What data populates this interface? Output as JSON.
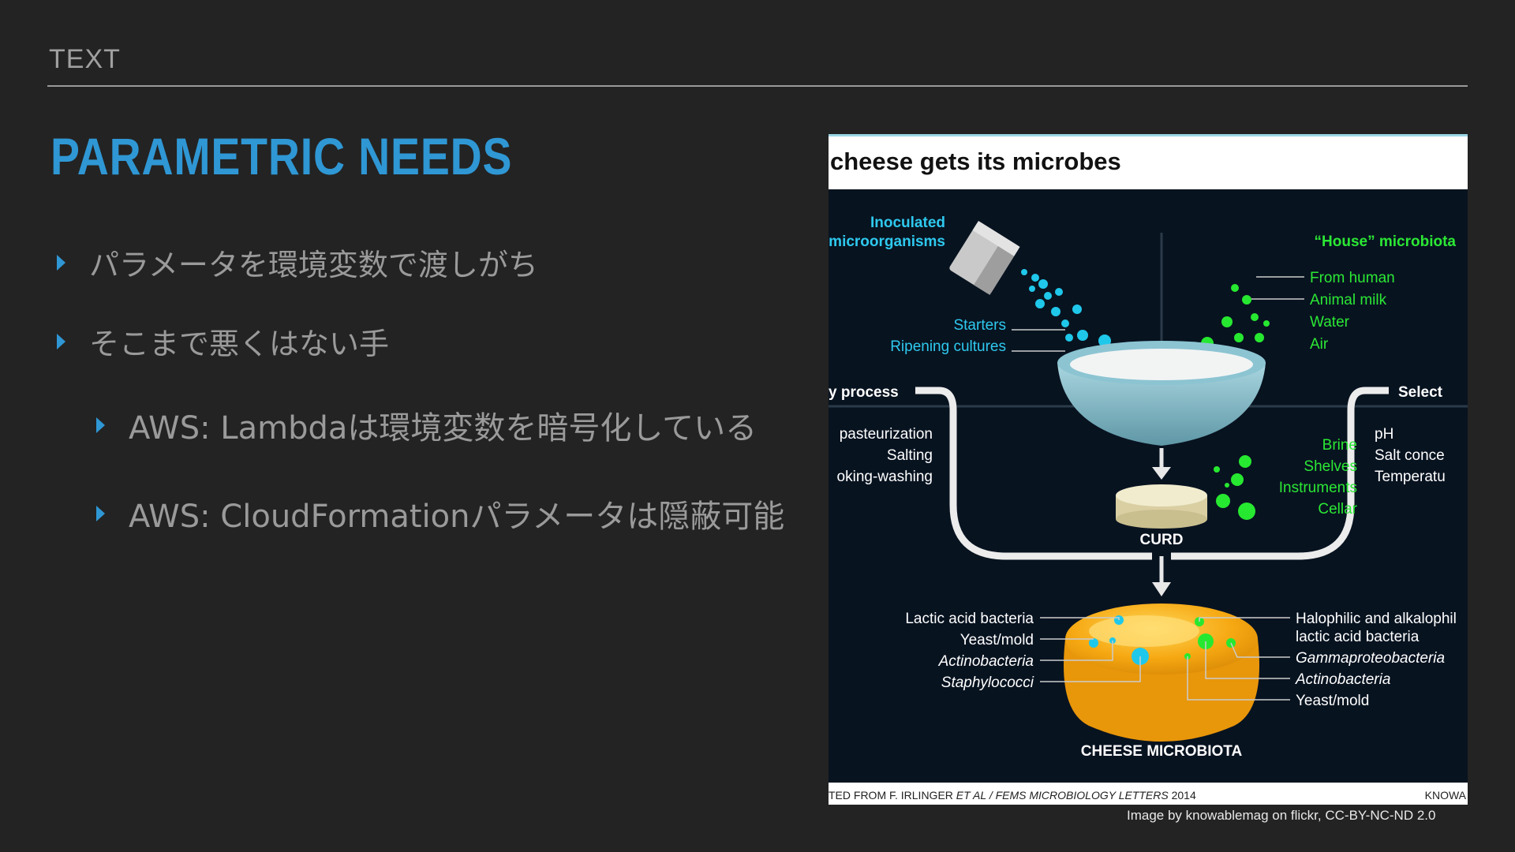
{
  "slide": {
    "section_label": "TEXT",
    "title": "PARAMETRIC NEEDS",
    "bullets": [
      "パラメータを環境変数で渡しがち",
      "そこまで悪くはない手",
      "AWS: Lambdaは環境変数を暗号化している",
      "AWS: CloudFormationパラメータは隠蔽可能"
    ],
    "image_credit": "Image by knowablemag on flickr, CC-BY-NC-ND 2.0"
  },
  "figure": {
    "heading": "cheese gets its microbes",
    "inoculated": [
      "Inoculated",
      "microorganisms"
    ],
    "starters": "Starters",
    "ripening": "Ripening cultures",
    "house_title": "“House” microbiota",
    "house_items": [
      "From human",
      "Animal milk",
      "Water",
      "Air"
    ],
    "process_title": "y process",
    "process_items": [
      "pasteurization",
      "Salting",
      "oking-washing"
    ],
    "select_title": "Select",
    "select_items": [
      "pH",
      "Salt conce",
      "Temperatu"
    ],
    "env_items": [
      "Brine",
      "Shelves",
      "Instruments",
      "Cellar"
    ],
    "curd": "CURD",
    "left_labels": [
      "Lactic acid bacteria",
      "Yeast/mold",
      "Actinobacteria",
      "Staphylococci"
    ],
    "right_labels": [
      "Halophilic and alkalophil",
      "lactic acid bacteria",
      "Gammaproteobacteria",
      "Actinobacteria",
      "Yeast/mold"
    ],
    "cheese": "CHEESE MICROBIOTA",
    "footer_source": "TED FROM F. IRLINGER ",
    "footer_source_italic": "ET AL / FEMS MICROBIOLOGY LETTERS",
    "footer_year": " 2014",
    "footer_brand": "KNOWA"
  },
  "colors": {
    "accent": "#2f97d4",
    "figure_bg": "#081320",
    "cyan": "#1fc8ea",
    "green": "#27e830",
    "cheese": "#f6a812"
  }
}
